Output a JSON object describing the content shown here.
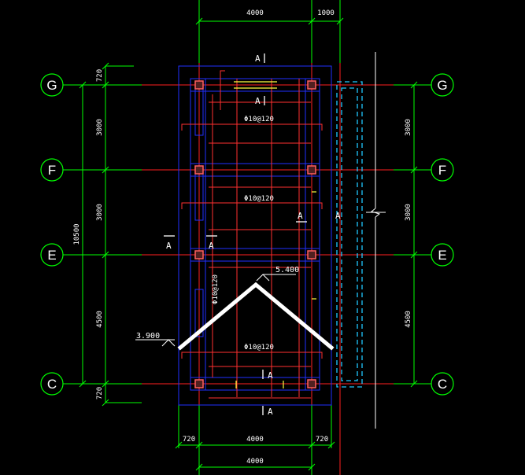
{
  "colors": {
    "background": "#000000",
    "grid_line": "#ff2020",
    "dimension": "#00ff00",
    "outline": "#2030ff",
    "rebar": "#ff3030",
    "text": "#ffffff",
    "column": "#ff6060",
    "cyan": "#20c8ff",
    "yellow": "#ffff40",
    "roof": "#ffffff"
  },
  "axes": {
    "left": [
      "G",
      "F",
      "E",
      "C"
    ],
    "right": [
      "G",
      "F",
      "E",
      "C"
    ]
  },
  "dimensions": {
    "top": [
      "4000",
      "1000"
    ],
    "bottom_row1": [
      "720",
      "4000",
      "720"
    ],
    "bottom_row2": [
      "4000"
    ],
    "left_outer": [
      "10500"
    ],
    "left_inner": [
      "720",
      "3000",
      "3000",
      "4500",
      "720"
    ],
    "right": [
      "3000",
      "3000",
      "4500"
    ]
  },
  "rebar_labels": {
    "r1": "Φ10@120",
    "r2": "Φ10@120",
    "r3": "Φ10@120",
    "vertical": "Φ10@120"
  },
  "section_marks": {
    "top": "A",
    "top_inner": "A",
    "left1": "A",
    "left2": "A",
    "mid_right": "A",
    "far_right": "A",
    "bottom_inner": "A",
    "bottom": "A"
  },
  "elevations": {
    "ridge": "5.400",
    "eave": "3.900"
  }
}
